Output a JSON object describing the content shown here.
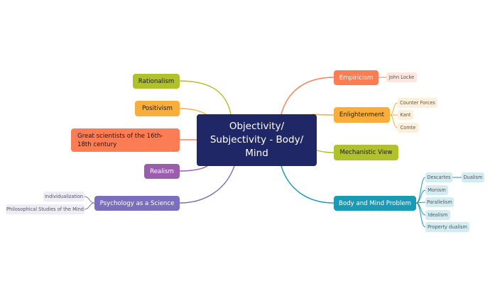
{
  "central": {
    "label": "Objectivity/ Subjectivity - Body/ Mind",
    "color": "#1f2766"
  },
  "topics": {
    "rationalism": {
      "label": "Rationalism",
      "color": "#b1c12c"
    },
    "positivism": {
      "label": "Positivism",
      "color": "#f9ae3b"
    },
    "great_scientists": {
      "label": "Great scientists of the 16th-18th century",
      "color": "#fb7d55"
    },
    "realism": {
      "label": "Realism",
      "color": "#9b5eae"
    },
    "psychology": {
      "label": "Psychology as a Science",
      "color": "#7b6fbd"
    },
    "empiricism": {
      "label": "Empiricism",
      "color": "#fb7d55"
    },
    "enlightenment": {
      "label": "Enlightenment",
      "color": "#f9ae3b"
    },
    "mechanistic": {
      "label": "Mechanistic View",
      "color": "#b1c12c"
    },
    "body_mind": {
      "label": "Body and Mind Problem",
      "color": "#1a9ab5"
    }
  },
  "subtopics": {
    "individualization": "Individualization",
    "philosophical_studies": "Philosophical Studies of the Mind",
    "john_locke": "John Locke",
    "counter_forces": "Counter Forces",
    "kant": "Kant",
    "comte": "Comte",
    "descartes": "Descartes",
    "dualism": "Dualism",
    "monism": "Monism",
    "parallelism": "Parallelism",
    "idealism": "Idealism",
    "property_dualism": "Property dualism"
  }
}
